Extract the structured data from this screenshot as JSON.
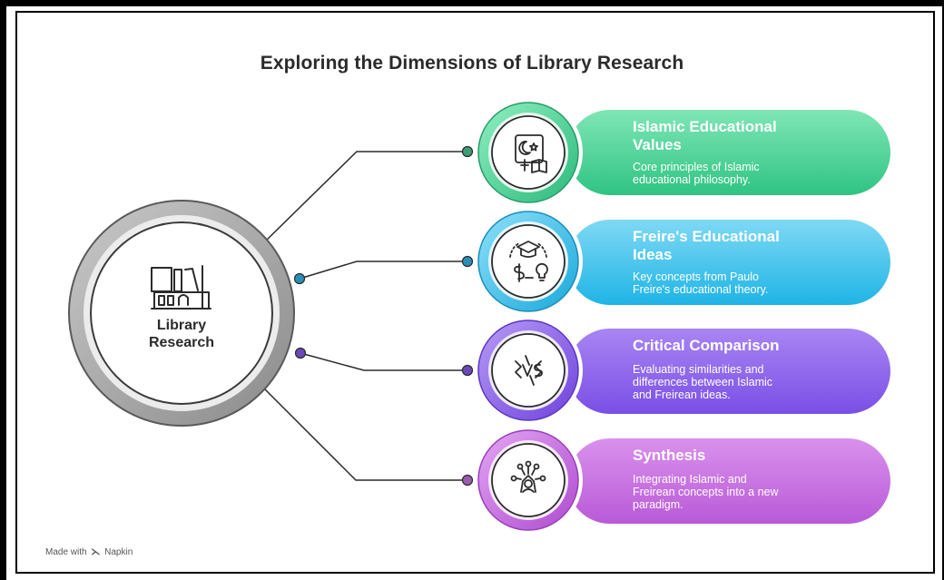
{
  "title": "Exploring the Dimensions of Library Research",
  "hub": {
    "label_line1": "Library",
    "label_line2": "Research",
    "icon": "library-books-icon"
  },
  "branches": [
    {
      "title_line1": "Islamic Educational",
      "title_line2": "Values",
      "desc_line1": "Core principles of Islamic",
      "desc_line2": "educational philosophy.",
      "desc_line3": "",
      "icon": "crescent-book-icon",
      "color": "#3fcf8e"
    },
    {
      "title_line1": "Freire's Educational",
      "title_line2": "Ideas",
      "desc_line1": "Key concepts from Paulo",
      "desc_line2": "Freire's educational theory.",
      "desc_line3": "",
      "icon": "graduation-cap-lightbulb-icon",
      "color": "#2cc1ec"
    },
    {
      "title_line1": "Critical Comparison",
      "title_line2": "",
      "desc_line1": "Evaluating similarities and",
      "desc_line2": "differences between Islamic",
      "desc_line3": "and Freirean ideas.",
      "icon": "versus-icon",
      "color": "#9468ee"
    },
    {
      "title_line1": "Synthesis",
      "title_line2": "",
      "desc_line1": "Integrating Islamic and",
      "desc_line2": "Freirean concepts into a new",
      "desc_line3": "paradigm.",
      "icon": "integration-network-icon",
      "color": "#c971e0"
    }
  ],
  "footer": {
    "prefix": "Made with",
    "brand": "Napkin"
  }
}
